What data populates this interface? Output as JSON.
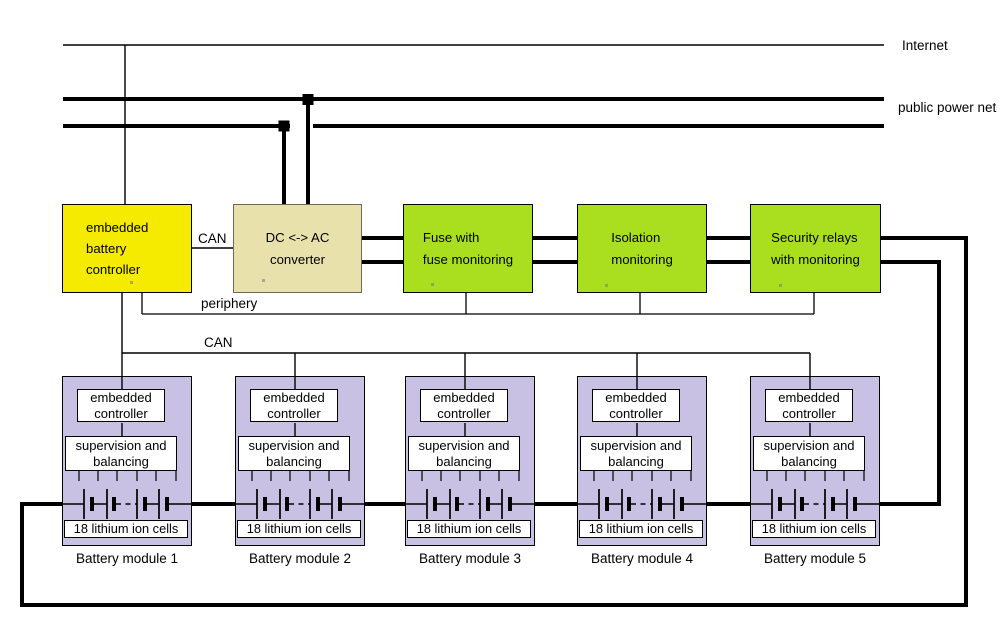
{
  "colors": {
    "controller_bg": "#F5EB00",
    "converter_bg": "#E9E1AC",
    "periphery_bg": "#A9DF1F",
    "module_bg": "#C9C1E4",
    "line": "#000000"
  },
  "top": {
    "internet_label": "Internet",
    "power_label": "public power net"
  },
  "controller": {
    "label": "embedded\nbattery\ncontroller"
  },
  "converter": {
    "label": "DC <-> AC\nconverter"
  },
  "periphery_units": [
    {
      "label": "Fuse with\nfuse monitoring"
    },
    {
      "label": "Isolation\nmonitoring"
    },
    {
      "label": "Security relays\nwith monitoring"
    }
  ],
  "bus": {
    "can_top": "CAN",
    "periphery": "periphery",
    "can_bottom": "CAN"
  },
  "modules": [
    {
      "controller": "embedded\ncontroller",
      "supervision": "supervision and\nbalancing",
      "cells": "18 lithium ion cells",
      "label": "Battery module 1"
    },
    {
      "controller": "embedded\ncontroller",
      "supervision": "supervision and\nbalancing",
      "cells": "18 lithium ion cells",
      "label": "Battery module 2"
    },
    {
      "controller": "embedded\ncontroller",
      "supervision": "supervision and\nbalancing",
      "cells": "18 lithium ion cells",
      "label": "Battery module 3"
    },
    {
      "controller": "embedded\ncontroller",
      "supervision": "supervision and\nbalancing",
      "cells": "18 lithium ion cells",
      "label": "Battery module 4"
    },
    {
      "controller": "embedded\ncontroller",
      "supervision": "supervision and\nbalancing",
      "cells": "18 lithium ion cells",
      "label": "Battery module 5"
    }
  ]
}
